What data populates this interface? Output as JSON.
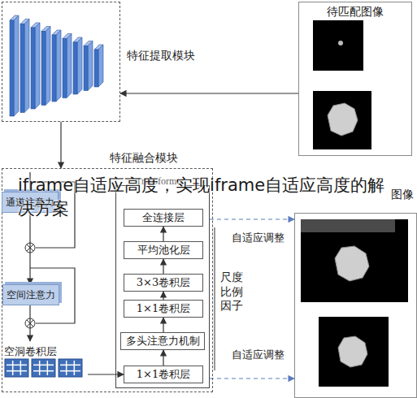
{
  "diagram": {
    "nodes": [
      {
        "text": [
          "待匹配图像"
        ]
      },
      {
        "text": [
          "特征提取模块"
        ]
      },
      {
        "text": [
          "特征融合模块"
        ]
      },
      {
        "text": [
          "Transformer"
        ],
        "in": 2
      },
      {
        "text": [
          "通道注意力"
        ],
        "in": 2
      },
      {
        "text": [
          "空间注意力"
        ],
        "in": 2
      },
      {
        "text": [
          "空洞卷积层"
        ],
        "in": 2
      },
      {
        "text": [
          "全连接层"
        ],
        "in": 3
      },
      {
        "text": [
          "平均池化层"
        ],
        "in": 3
      },
      {
        "text": [
          "3×3卷积层"
        ],
        "in": 3
      },
      {
        "text": [
          "1×1卷积层"
        ],
        "in": 3
      },
      {
        "text": [
          "多头注意力机制"
        ],
        "in": 3
      },
      {
        "text": [
          "1×1卷积层"
        ],
        "in": 3
      },
      {
        "text": [
          "图像"
        ]
      }
    ],
    "edges": [
      {
        "from": 0,
        "to": 1,
        "arrow": "to"
      },
      {
        "from": 1,
        "to": 2,
        "arrow": "to"
      },
      {
        "from": 4,
        "to": 5,
        "arrow": "to"
      },
      {
        "from": 5,
        "to": 6,
        "arrow": "to"
      },
      {
        "from": 6,
        "to": 12,
        "arrow": "to"
      },
      {
        "from": 12,
        "to": 11,
        "arrow": "to"
      },
      {
        "from": 11,
        "to": 10,
        "arrow": "to"
      },
      {
        "from": 10,
        "to": 9,
        "arrow": "to"
      },
      {
        "from": 9,
        "to": 8,
        "arrow": "to"
      },
      {
        "from": 8,
        "to": 7,
        "arrow": "to"
      },
      {
        "from": 3,
        "to": 13,
        "label": "自适应调整",
        "arrow": "to"
      },
      {
        "from": 3,
        "to": 13,
        "label": "自适应调整",
        "arrow": "to"
      }
    ],
    "labels": [
      "尺度比例因子",
      "iframe自适应高度，实现iframe自适应高度的解决方案"
    ]
  }
}
